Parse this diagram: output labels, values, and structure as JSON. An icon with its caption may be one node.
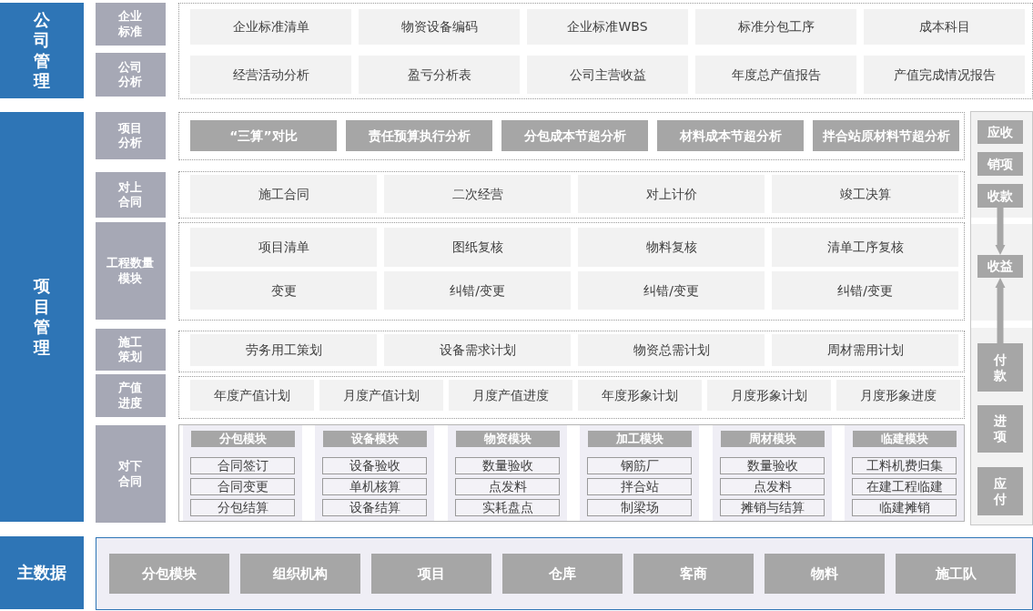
{
  "diagram": {
    "nodes": [
      {
        "text": [
          "公司管理"
        ]
      },
      {
        "text": [
          "企业标准"
        ]
      },
      {
        "text": [
          "公司分析"
        ]
      },
      {
        "text": [],
        "shape": "box"
      },
      {
        "text": [
          "企业标准清单"
        ],
        "in": 3
      },
      {
        "text": [
          "物资设备编码"
        ],
        "in": 3
      },
      {
        "text": [
          "企业标准WBS"
        ],
        "in": 3
      },
      {
        "text": [
          "标准分包工序"
        ],
        "in": 3
      },
      {
        "text": [
          "成本科目"
        ],
        "in": 3
      },
      {
        "text": [
          "经营活动分析"
        ],
        "in": 3
      },
      {
        "text": [
          "盈亏分析表"
        ],
        "in": 3
      },
      {
        "text": [
          "公司主营收益"
        ],
        "in": 3
      },
      {
        "text": [
          "年度总产值报告"
        ],
        "in": 3
      },
      {
        "text": [
          "产值完成情况报告"
        ],
        "in": 3
      },
      {
        "text": [
          "项目管理"
        ]
      },
      {
        "text": [
          "项目分析"
        ]
      },
      {
        "text": [],
        "shape": "box"
      },
      {
        "text": [
          "“三算”对比"
        ],
        "in": 16
      },
      {
        "text": [
          "责任预算执行分析"
        ],
        "in": 16
      },
      {
        "text": [
          "分包成本节超分析"
        ],
        "in": 16
      },
      {
        "text": [
          "材料成本节超分析"
        ],
        "in": 16
      },
      {
        "text": [
          "拌合站原材料节超分析"
        ],
        "in": 16
      },
      {
        "text": [
          "对上合同"
        ]
      },
      {
        "text": [],
        "shape": "box"
      },
      {
        "text": [
          "施工合同"
        ],
        "in": 23
      },
      {
        "text": [
          "二次经营"
        ],
        "in": 23
      },
      {
        "text": [
          "对上计价"
        ],
        "in": 23
      },
      {
        "text": [
          "竣工决算"
        ],
        "in": 23
      },
      {
        "text": [
          "工程数量模块"
        ]
      },
      {
        "text": [],
        "shape": "box"
      },
      {
        "text": [
          "项目清单"
        ],
        "in": 29
      },
      {
        "text": [
          "图纸复核"
        ],
        "in": 29
      },
      {
        "text": [
          "物料复核"
        ],
        "in": 29
      },
      {
        "text": [
          "清单工序复核"
        ],
        "in": 29
      },
      {
        "text": [
          "变更"
        ],
        "in": 29
      },
      {
        "text": [
          "纠错/变更"
        ],
        "in": 29
      },
      {
        "text": [
          "纠错/变更"
        ],
        "in": 29
      },
      {
        "text": [
          "纠错/变更"
        ],
        "in": 29
      },
      {
        "text": [
          "施工策划"
        ]
      },
      {
        "text": [],
        "shape": "box"
      },
      {
        "text": [
          "劳务用工策划"
        ],
        "in": 39
      },
      {
        "text": [
          "设备需求计划"
        ],
        "in": 39
      },
      {
        "text": [
          "物资总需计划"
        ],
        "in": 39
      },
      {
        "text": [
          "周材需用计划"
        ],
        "in": 39
      },
      {
        "text": [
          "产值进度"
        ]
      },
      {
        "text": [],
        "shape": "box"
      },
      {
        "text": [
          "年度产值计划"
        ],
        "in": 45
      },
      {
        "text": [
          "月度产值计划"
        ],
        "in": 45
      },
      {
        "text": [
          "月度产值进度"
        ],
        "in": 45
      },
      {
        "text": [
          "年度形象计划"
        ],
        "in": 45
      },
      {
        "text": [
          "月度形象计划"
        ],
        "in": 45
      },
      {
        "text": [
          "月度形象进度"
        ],
        "in": 45
      },
      {
        "text": [
          "对下合同"
        ]
      },
      {
        "text": [],
        "shape": "box"
      },
      {
        "text": [
          "分包模块"
        ],
        "in": 53
      },
      {
        "text": [
          "合同签订"
        ],
        "in": 54
      },
      {
        "text": [
          "合同变更"
        ],
        "in": 54
      },
      {
        "text": [
          "分包结算"
        ],
        "in": 54
      },
      {
        "text": [
          "设备模块"
        ],
        "in": 53
      },
      {
        "text": [
          "设备验收"
        ],
        "in": 58
      },
      {
        "text": [
          "单机核算"
        ],
        "in": 58
      },
      {
        "text": [
          "设备结算"
        ],
        "in": 58
      },
      {
        "text": [
          "物资模块"
        ],
        "in": 53
      },
      {
        "text": [
          "数量验收"
        ],
        "in": 62
      },
      {
        "text": [
          "点发料"
        ],
        "in": 62
      },
      {
        "text": [
          "实耗盘点"
        ],
        "in": 62
      },
      {
        "text": [
          "加工模块"
        ],
        "in": 53
      },
      {
        "text": [
          "钢筋厂"
        ],
        "in": 66
      },
      {
        "text": [
          "拌合站"
        ],
        "in": 66
      },
      {
        "text": [
          "制梁场"
        ],
        "in": 66
      },
      {
        "text": [
          "周材模块"
        ],
        "in": 53
      },
      {
        "text": [
          "数量验收"
        ],
        "in": 70
      },
      {
        "text": [
          "点发料"
        ],
        "in": 70
      },
      {
        "text": [
          "摊销与结算"
        ],
        "in": 70
      },
      {
        "text": [
          "临建模块"
        ],
        "in": 53
      },
      {
        "text": [
          "工料机费归集"
        ],
        "in": 74
      },
      {
        "text": [
          "在建工程临建"
        ],
        "in": 74
      },
      {
        "text": [
          "临建摊销"
        ],
        "in": 74
      },
      {
        "text": [],
        "shape": "box"
      },
      {
        "text": [
          "应收"
        ],
        "in": 78
      },
      {
        "text": [
          "销项"
        ],
        "in": 78
      },
      {
        "text": [
          "收款"
        ],
        "in": 78
      },
      {
        "text": [
          "收益"
        ],
        "in": 78
      },
      {
        "text": [
          "付款"
        ],
        "in": 78
      },
      {
        "text": [
          "进项"
        ],
        "in": 78
      },
      {
        "text": [
          "应付"
        ],
        "in": 78
      },
      {
        "text": [
          "主数据"
        ]
      },
      {
        "text": [],
        "shape": "box"
      },
      {
        "text": [
          "分包模块"
        ],
        "in": 87
      },
      {
        "text": [
          "组织机构"
        ],
        "in": 87
      },
      {
        "text": [
          "项目"
        ],
        "in": 87
      },
      {
        "text": [
          "仓库"
        ],
        "in": 87
      },
      {
        "text": [
          "客商"
        ],
        "in": 87
      },
      {
        "text": [
          "物料"
        ],
        "in": 87
      },
      {
        "text": [
          "施工队"
        ],
        "in": 87
      }
    ],
    "edges": [
      {
        "from": 81,
        "to": 82,
        "arrow": "to"
      },
      {
        "from": 83,
        "to": 82,
        "arrow": "to"
      }
    ]
  }
}
